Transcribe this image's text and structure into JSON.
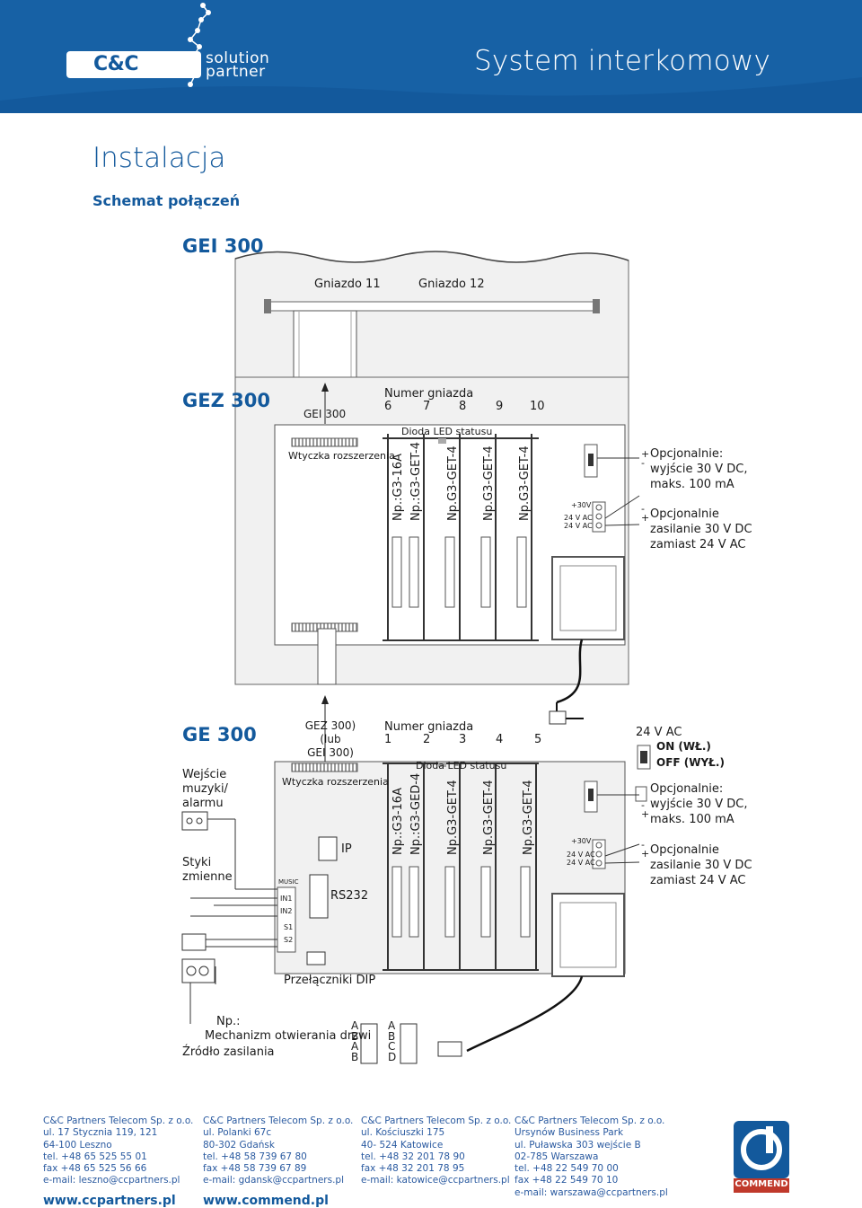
{
  "header": {
    "title": "System interkomowy",
    "logo_cc": "C&C",
    "logo_line1": "solution",
    "logo_line2": "partner"
  },
  "page": {
    "title": "Instalacja",
    "subtitle": "Schemat połączeń"
  },
  "gei": {
    "name": "GEI 300",
    "socket11": "Gniazdo 11",
    "socket12": "Gniazdo 12"
  },
  "gez": {
    "name": "GEZ 300",
    "arrow_label": "GEI 300",
    "socket_header": "Numer gniazda",
    "socket_numbers": [
      "6",
      "7",
      "8",
      "9",
      "10"
    ],
    "plug_label": "Wtyczka rozszerzenia",
    "led_label": "Dioda LED statusu",
    "cards": [
      "Np.:G3-16A",
      "Np.:G3-GET-4",
      "Np.G3-GET-4",
      "Np.G3-GET-4",
      "Np.G3-GET-4"
    ],
    "terminal_30v": "+30V",
    "terminal_ac1": "24 V AC",
    "terminal_ac2": "24 V AC",
    "opt1_title": "Opcjonalnie:",
    "opt1_line1": "wyjście 30 V DC,",
    "opt1_line2": "maks. 100 mA",
    "opt2_title": "Opcjonalnie",
    "opt2_line1": "zasilanie 30 V DC",
    "opt2_line2": "zamiast 24 V AC"
  },
  "ge": {
    "name": "GE 300",
    "arrow_l1": "GEZ 300)",
    "arrow_l2": "(lub",
    "arrow_l3": "GEI 300)",
    "socket_header": "Numer gniazda",
    "socket_numbers": [
      "1",
      "2",
      "3",
      "4",
      "5"
    ],
    "plug_label": "Wtyczka rozszerzenia",
    "led_label": "Dioda LED statusu",
    "cards": [
      "Np.:G3-16A",
      "Np.:G3-GED-4",
      "Np.G3-GET-4",
      "Np.G3-GET-4",
      "Np.G3-GET-4"
    ],
    "music_in1": "Wejście",
    "music_in2": "muzyki/",
    "music_in3": "alarmu",
    "contacts1": "Styki",
    "contacts2": "zmienne",
    "music": "MUSIC",
    "in1": "IN1",
    "in2": "IN2",
    "s1": "S1",
    "s2": "S2",
    "ip": "IP",
    "rs232": "RS232",
    "dip": "Przełączniki DIP",
    "power_ac": "24 V AC",
    "on": "ON (WŁ.)",
    "off": "OFF (WYŁ.)",
    "terminal_30v": "+30V",
    "terminal_ac1": "24 V AC",
    "terminal_ac2": "24 V AC",
    "opt1_title": "Opcjonalnie:",
    "opt1_line1": "wyjście 30 V DC,",
    "opt1_line2": "maks. 100 mA",
    "opt2_title": "Opcjonalnie",
    "opt2_line1": "zasilanie 30 V DC",
    "opt2_line2": "zamiast 24 V AC",
    "ex_label": "Np.:",
    "door": "Mechanizm otwierania drzwi",
    "power_src": "Źródło zasilania",
    "door_letters": [
      "A",
      "B",
      "A",
      "B"
    ],
    "abcd": [
      "A",
      "B",
      "C",
      "D"
    ]
  },
  "footer": [
    {
      "name": "C&C Partners Telecom Sp. z o.o.",
      "l1": "ul. 17 Stycznia 119, 121",
      "l2": "64-100 Leszno",
      "l3": "tel. +48 65 525 55 01",
      "l4": "fax +48 65 525 56 66",
      "l5": "e-mail: leszno@ccpartners.pl",
      "site": "www.ccpartners.pl"
    },
    {
      "name": "C&C Partners Telecom Sp. z o.o.",
      "l1": "ul. Polanki 67c",
      "l2": "80-302 Gdańsk",
      "l3": "tel. +48 58 739 67 80",
      "l4": "fax +48 58 739 67 89",
      "l5": "e-mail: gdansk@ccpartners.pl",
      "site": "www.commend.pl"
    },
    {
      "name": "C&C Partners Telecom Sp. z o.o.",
      "l1": "ul. Kościuszki 175",
      "l2": "40- 524 Katowice",
      "l3": "tel. +48 32 201 78 90",
      "l4": "fax +48 32 201 78 95",
      "l5": "e-mail: katowice@ccpartners.pl"
    },
    {
      "name": "C&C Partners Telecom Sp. z o.o.",
      "l1": "Ursynów Business Park",
      "l2": "ul. Puławska 303 wejście B",
      "l3": "02-785 Warszawa",
      "l4": "tel. +48 22 549 70 00",
      "l5": "fax +48 22 549 70 10",
      "l6": "e-mail: warszawa@ccpartners.pl"
    }
  ],
  "brand": {
    "commend": "COMMEND",
    "primary": "#13599c"
  }
}
